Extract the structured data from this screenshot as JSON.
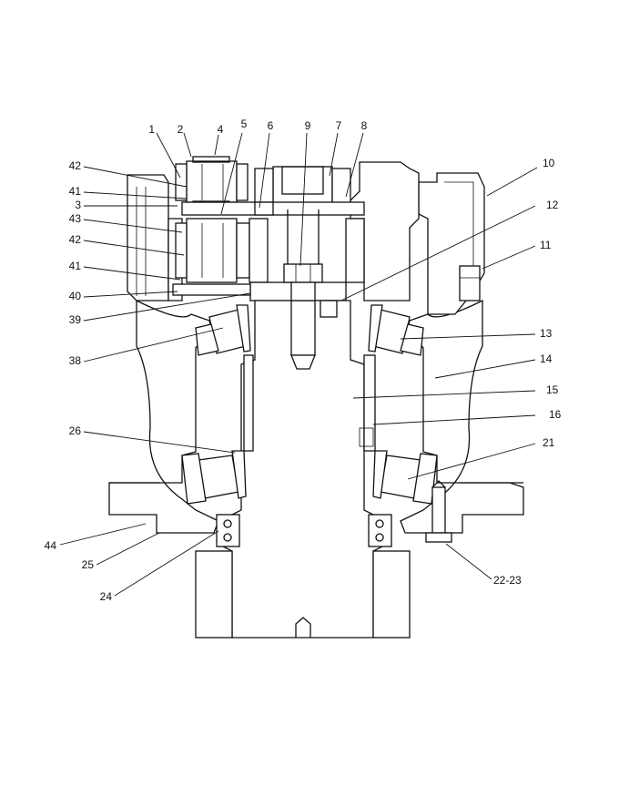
{
  "drawing": {
    "colors": {
      "ink": "#111111",
      "paper": "#ffffff"
    },
    "callouts": [
      {
        "id": "c1",
        "label": "1",
        "anchor": "end"
      },
      {
        "id": "c2",
        "label": "2",
        "anchor": "middle"
      },
      {
        "id": "c4",
        "label": "4",
        "anchor": "middle"
      },
      {
        "id": "c5",
        "label": "5",
        "anchor": "middle"
      },
      {
        "id": "c6",
        "label": "6",
        "anchor": "middle"
      },
      {
        "id": "c9",
        "label": "9",
        "anchor": "middle"
      },
      {
        "id": "c7",
        "label": "7",
        "anchor": "middle"
      },
      {
        "id": "c8",
        "label": "8",
        "anchor": "middle"
      },
      {
        "id": "c10",
        "label": "10",
        "anchor": "start"
      },
      {
        "id": "c42a",
        "label": "42",
        "anchor": "end"
      },
      {
        "id": "c41a",
        "label": "41",
        "anchor": "end"
      },
      {
        "id": "c3",
        "label": "3",
        "anchor": "end"
      },
      {
        "id": "c43",
        "label": "43",
        "anchor": "end"
      },
      {
        "id": "c42b",
        "label": "42",
        "anchor": "end"
      },
      {
        "id": "c41b",
        "label": "41",
        "anchor": "end"
      },
      {
        "id": "c40",
        "label": "40",
        "anchor": "end"
      },
      {
        "id": "c39",
        "label": "39",
        "anchor": "end"
      },
      {
        "id": "c38",
        "label": "38",
        "anchor": "end"
      },
      {
        "id": "c26",
        "label": "26",
        "anchor": "end"
      },
      {
        "id": "c44",
        "label": "44",
        "anchor": "end"
      },
      {
        "id": "c25",
        "label": "25",
        "anchor": "end"
      },
      {
        "id": "c24",
        "label": "24",
        "anchor": "end"
      },
      {
        "id": "c12",
        "label": "12",
        "anchor": "start"
      },
      {
        "id": "c11",
        "label": "11",
        "anchor": "start"
      },
      {
        "id": "c13",
        "label": "13",
        "anchor": "start"
      },
      {
        "id": "c14",
        "label": "14",
        "anchor": "start"
      },
      {
        "id": "c15",
        "label": "15",
        "anchor": "start"
      },
      {
        "id": "c16",
        "label": "16",
        "anchor": "start"
      },
      {
        "id": "c21",
        "label": "21",
        "anchor": "start"
      },
      {
        "id": "c22-23",
        "label": "22-23",
        "anchor": "start"
      }
    ]
  }
}
